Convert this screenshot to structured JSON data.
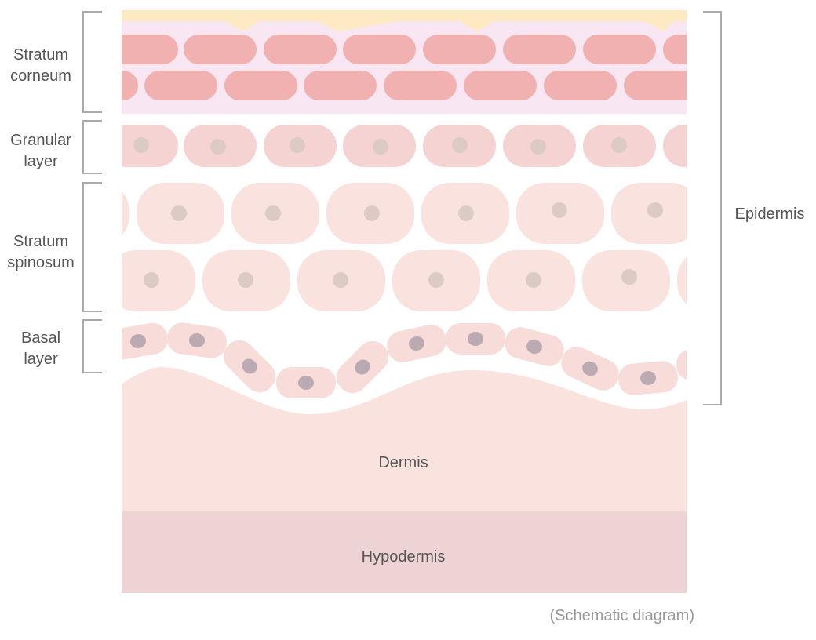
{
  "labels": {
    "stratum_corneum": [
      "Stratum",
      "corneum"
    ],
    "granular_layer": [
      "Granular",
      "layer"
    ],
    "stratum_spinosum": [
      "Stratum",
      "spinosum"
    ],
    "basal_layer": [
      "Basal",
      "layer"
    ],
    "epidermis": "Epidermis",
    "dermis": "Dermis",
    "hypodermis": "Hypodermis",
    "note": "(Schematic diagram)"
  },
  "colors": {
    "surface": "#fde9c2",
    "corneum_bg": "#f9e6f3",
    "corneum_cell": "#f2b1b1",
    "granular_cell": "#f6d3d3",
    "spinous_cell": "#fae3de",
    "nucleus_light": "#dccbc4",
    "basal_cell": "#f8dcda",
    "nucleus_dark": "#bcaab3",
    "dermis": "#fae3de",
    "hypodermis": "#edd3d4",
    "bracket": "#aaaaaa"
  }
}
